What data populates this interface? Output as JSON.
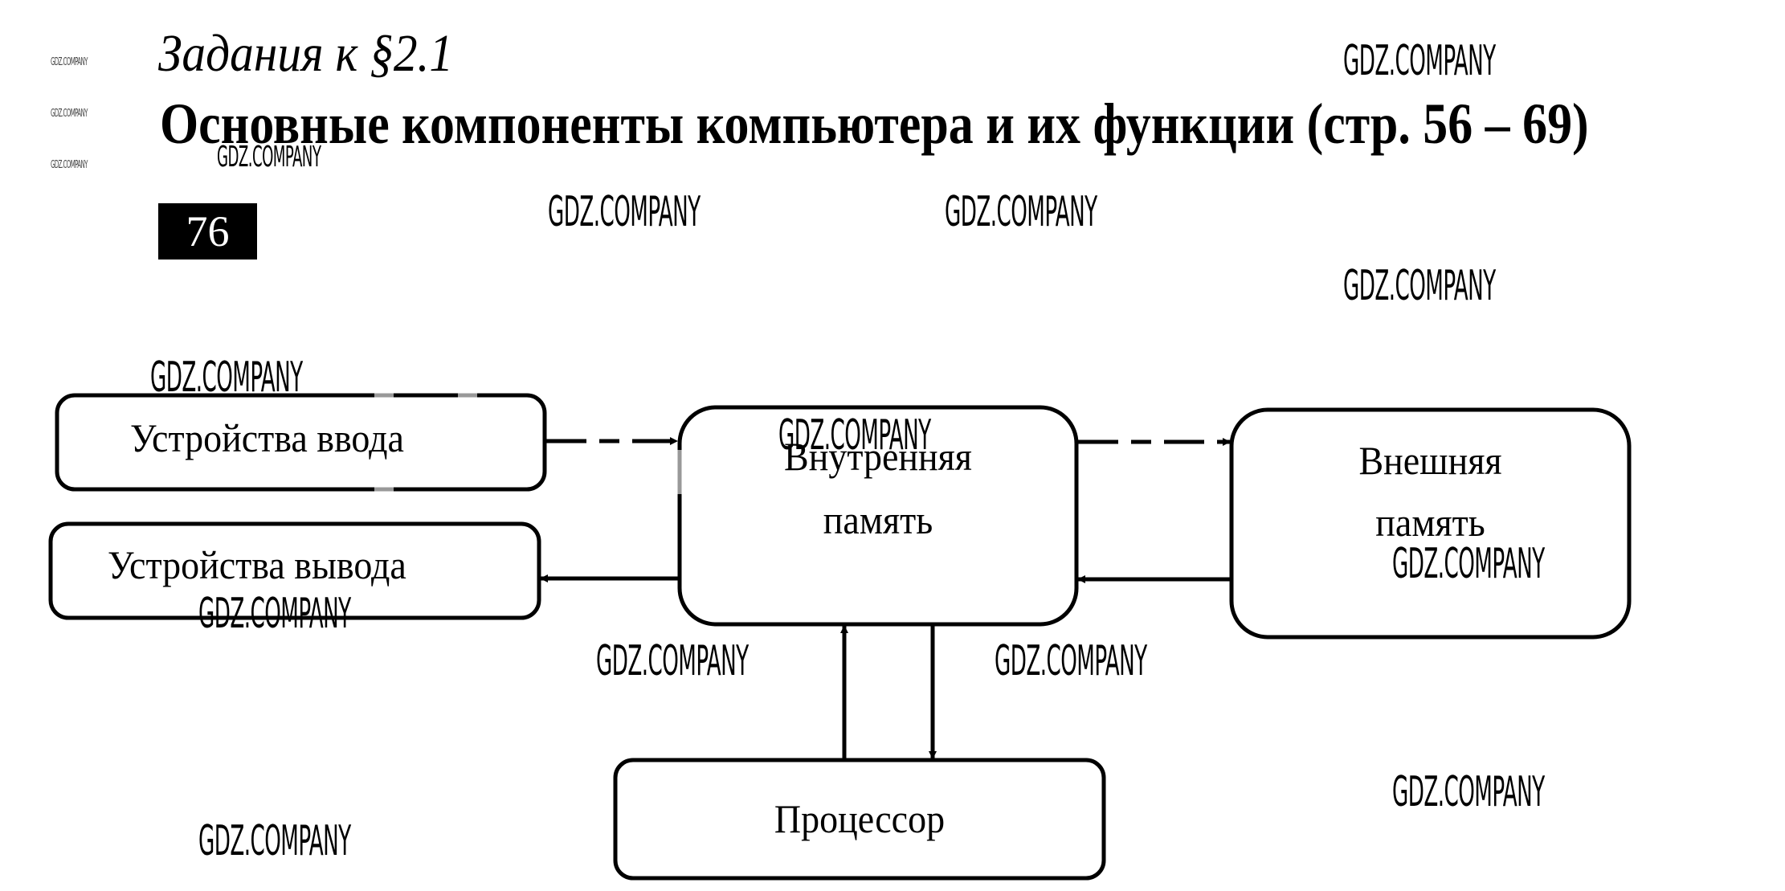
{
  "header": {
    "section_title": "Задания к §2.1",
    "page_heading": "Основные компоненты компьютера и их функции (стр. 56 – 69)",
    "task_number": "76"
  },
  "diagram": {
    "nodes": {
      "input_devices": "Устройства ввода",
      "output_devices": "Устройства вывода",
      "internal_memory_line1": "Внутренняя",
      "internal_memory_line2": "память",
      "external_memory_line1": "Внешняя",
      "external_memory_line2": "память",
      "processor": "Процессор"
    },
    "edges": [
      {
        "from": "Устройства ввода",
        "to": "Внутренняя память",
        "style": "dashed"
      },
      {
        "from": "Внутренняя память",
        "to": "Устройства вывода",
        "style": "solid"
      },
      {
        "from": "Внутренняя память",
        "to": "Внешняя память",
        "style": "dashed"
      },
      {
        "from": "Внешняя память",
        "to": "Внутренняя память",
        "style": "solid"
      },
      {
        "from": "Процессор",
        "to": "Внутренняя память",
        "style": "solid"
      },
      {
        "from": "Внутренняя память",
        "to": "Процессор",
        "style": "solid"
      }
    ],
    "stroke_color": "#000000",
    "faded_color": "#999999"
  },
  "watermark": {
    "text": "GDZ.COMPANY"
  }
}
